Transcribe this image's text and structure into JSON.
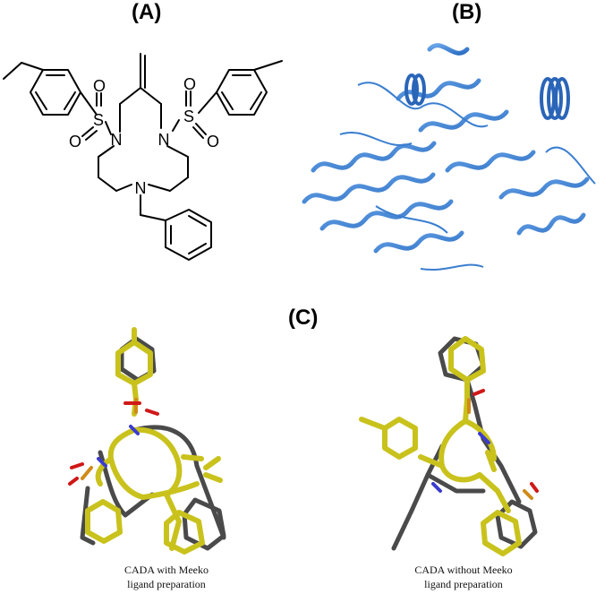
{
  "panels": {
    "a": {
      "label": "(A)"
    },
    "b": {
      "label": "(B)"
    },
    "c": {
      "label": "(C)"
    }
  },
  "molecule": {
    "atoms": {
      "s1": "S",
      "s2": "S",
      "o1": "O",
      "o2": "O",
      "o3": "O",
      "o4": "O",
      "n1": "N",
      "n2": "N",
      "n3": "N"
    }
  },
  "captions": {
    "left": {
      "line1": "CADA with Meeko",
      "line2": "ligand preparation"
    },
    "right": {
      "line1": "CADA without Meeko",
      "line2": "ligand preparation"
    }
  },
  "colors": {
    "ligand_yellow": "#c9c21c",
    "reference_gray": "#4a4a4a",
    "nitrogen_blue": "#3b3bd0",
    "oxygen_red": "#d01818",
    "sulfur_orange": "#d08a18",
    "protein_blue": "#3f84d6"
  }
}
